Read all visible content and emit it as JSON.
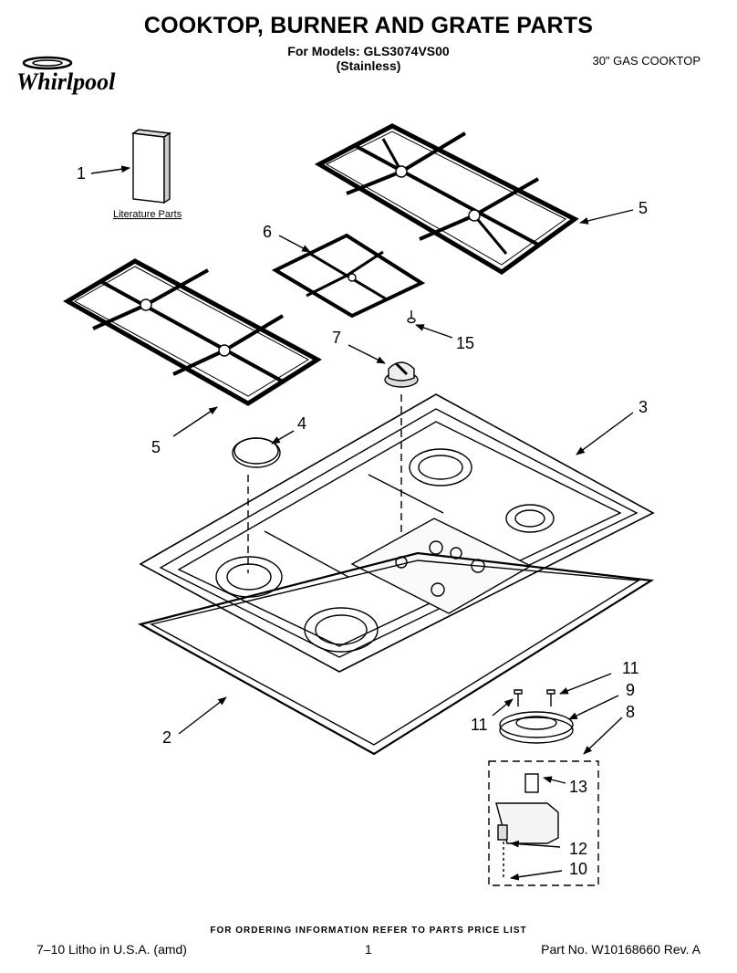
{
  "header": {
    "title": "COOKTOP, BURNER AND GRATE PARTS",
    "models_line": "For Models: GLS3074VS00",
    "finish_line": "(Stainless)",
    "product": "30\" GAS COOKTOP",
    "brand": "Whirlpool"
  },
  "labels": {
    "literature": "Literature Parts"
  },
  "callouts": {
    "c1": "1",
    "c2": "2",
    "c3": "3",
    "c4": "4",
    "c5a": "5",
    "c5b": "5",
    "c6": "6",
    "c7": "7",
    "c8": "8",
    "c9": "9",
    "c10": "10",
    "c11a": "11",
    "c11b": "11",
    "c12": "12",
    "c13": "13",
    "c15": "15"
  },
  "footer": {
    "note": "FOR ORDERING INFORMATION REFER TO PARTS PRICE LIST",
    "litho": "7–10 Litho in U.S.A. (amd)",
    "page": "1",
    "part_no": "Part No. W10168660 Rev. A"
  }
}
